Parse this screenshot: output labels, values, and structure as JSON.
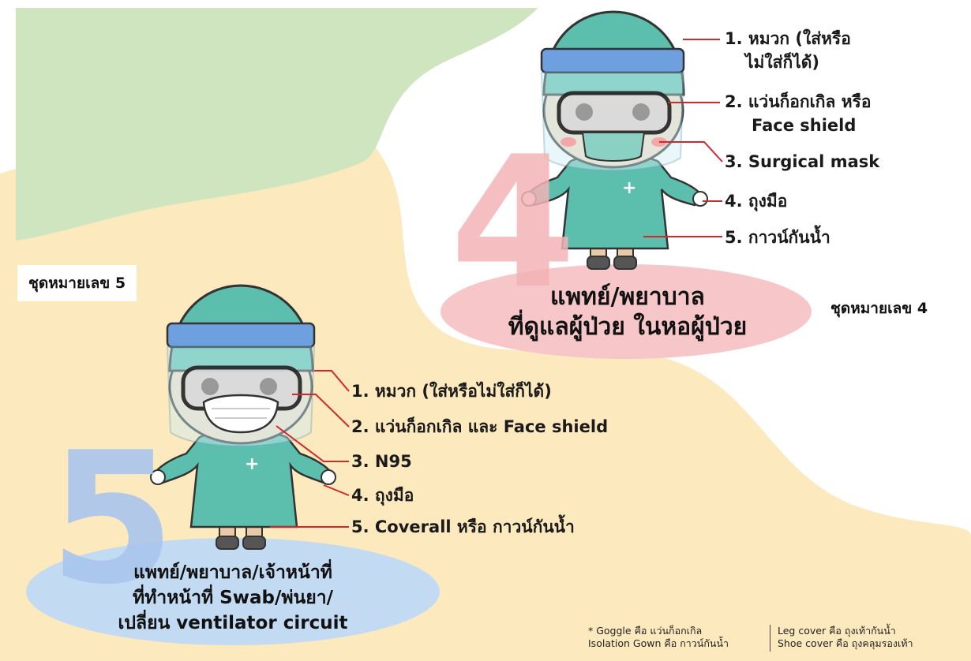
{
  "set5_label": "ชุดหมายเลข 5",
  "set4_label": "ชุดหมายเลข 4",
  "set4": {
    "number": "4",
    "items": [
      {
        "lines": [
          "1. หมวก (ใส่หรือ",
          "ไม่ใส่ก็ได้)"
        ]
      },
      {
        "lines": [
          "2. แว่นก็อกเกิล หรือ",
          "Face shield"
        ]
      },
      {
        "lines": [
          "3. Surgical mask"
        ]
      },
      {
        "lines": [
          "4. ถุงมือ"
        ]
      },
      {
        "lines": [
          "5. กาวน์กันน้ำ"
        ]
      }
    ],
    "role_lines": [
      "แพทย์/พยาบาล",
      "ที่ดูแลผู้ป่วย ในหอผู้ป่วย"
    ]
  },
  "set5": {
    "number": "5",
    "items": [
      {
        "lines": [
          "1. หมวก (ใส่หรือไม่ใส่ก็ได้)"
        ]
      },
      {
        "lines": [
          "2.  แว่นก็อกเกิล และ Face shield"
        ]
      },
      {
        "lines": [
          "3. N95"
        ]
      },
      {
        "lines": [
          "4. ถุงมือ"
        ]
      },
      {
        "lines": [
          "5. Coverall หรือ กาวน์กันน้ำ"
        ]
      }
    ],
    "role_lines": [
      "แพทย์/พยาบาล/เจ้าหน้าที่",
      "ที่ทำหน้าที่ Swab/พ่นยา/",
      "เปลี่ยน ventilator circuit"
    ]
  },
  "footnote": {
    "left": [
      "* Goggle คือ แว่นก็อกเกิล",
      "Isolation Gown คือ กาวน์กันน้ำ"
    ],
    "right": [
      "Leg cover คือ ถุงเท้ากันน้ำ",
      "Shoe cover คือ ถุงคลุมรองเท้า"
    ]
  },
  "colors": {
    "green_blob": "#cfe5c0",
    "yellow_blob": "#fce9bd",
    "pink_ellipse": "#f6c6c8",
    "blue_ellipse": "#c3daf3",
    "pointer_line": "#d3272b",
    "scrub": "#5cbfae"
  }
}
